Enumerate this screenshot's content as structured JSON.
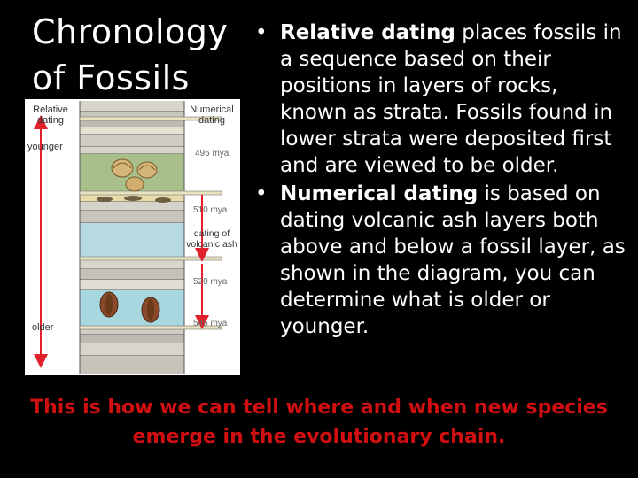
{
  "title": [
    "Chronology",
    "of Fossils"
  ],
  "diagram": {
    "relative_label": [
      "Relative",
      "dating"
    ],
    "numerical_label": [
      "Numerical",
      "dating"
    ],
    "younger": "younger",
    "older": "older",
    "ages": [
      "495 mya",
      "510 mya",
      "520 mya",
      "545 mya"
    ],
    "ash_label": [
      "dating of",
      "volcanic ash"
    ]
  },
  "bullets": [
    {
      "term": "Relative dating",
      "text": " places fossils in a sequence based on their positions in layers of rocks, known as strata. Fossils found in lower strata were deposited first and are viewed to be older."
    },
    {
      "term": "Numerical dating",
      "text": " is based on dating volcanic ash layers both above and below a fossil layer, as shown in the diagram, you can determine what is older or younger."
    }
  ],
  "footer": "This is how we can tell where and when new species emerge in the evolutionary chain.",
  "colors": {
    "background": "#000000",
    "text": "#ffffff",
    "footer": "#d01010",
    "arrow": "#e0202a"
  }
}
